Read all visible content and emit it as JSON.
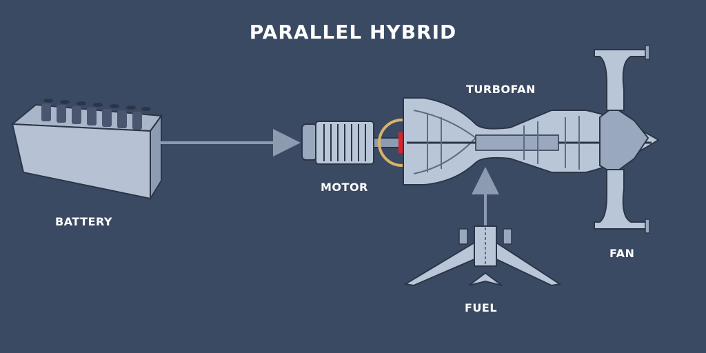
{
  "title": "PARALLEL HYBRID",
  "labels": {
    "battery": "BATTERY",
    "motor": "MOTOR",
    "turbofan": "TURBOFAN",
    "fan": "FAN",
    "fuel": "FUEL"
  },
  "colors": {
    "background": "#3b4a63",
    "component_fill": "#b9c6d8",
    "component_dark": "#5c6b84",
    "arrow": "#8d9bb1",
    "highlight_ring": "#d9b36a",
    "coupling_marker": "#e0202a"
  }
}
